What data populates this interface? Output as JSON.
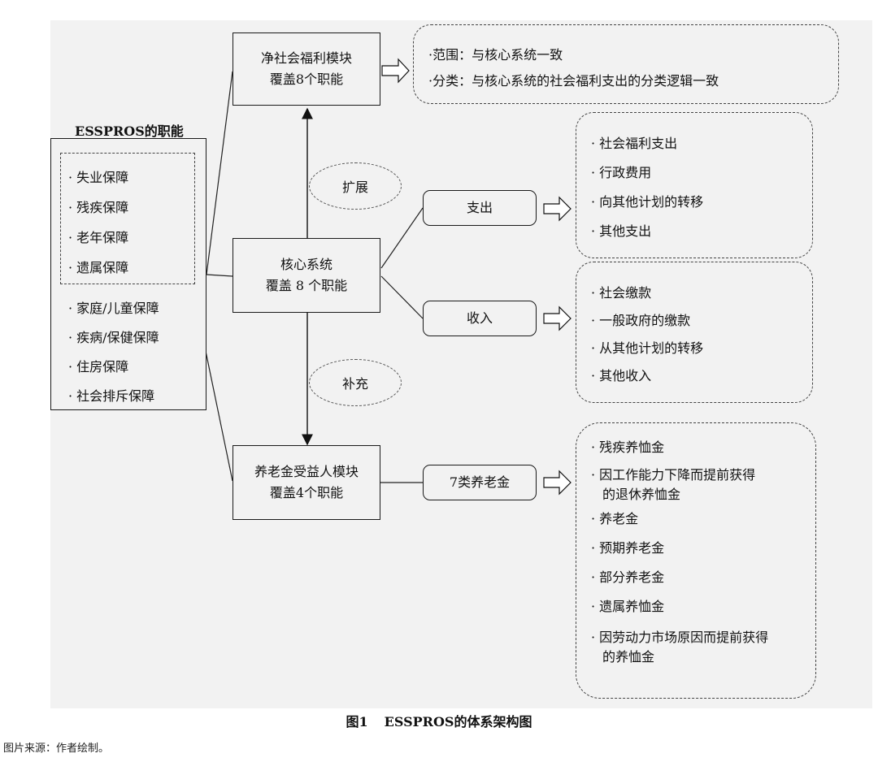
{
  "functions_title": "ESSPROS的职能",
  "functions_inner": [
    "· 失业保障",
    "· 残疾保障",
    "· 老年保障",
    "· 遗属保障"
  ],
  "functions_outer": [
    "· 家庭/儿童保障",
    "· 疾病/保健保障",
    "· 住房保障",
    "· 社会排斥保障"
  ],
  "net_module": {
    "line1": "净社会福利模块",
    "line2": "覆盖8个职能"
  },
  "net_scope": [
    "·范围：与核心系统一致",
    "·分类：与核心系统的社会福利支出的分类逻辑一致"
  ],
  "core_system": {
    "line1": "核心系统",
    "line2": "覆盖 8 个职能"
  },
  "pension_module": {
    "line1": "养老金受益人模块",
    "line2": "覆盖4个职能"
  },
  "expand_label": "扩展",
  "supplement_label": "补充",
  "expenditure_label": "支出",
  "income_label": "收入",
  "pension_types_label": "7类养老金",
  "expenditure_items": [
    "· 社会福利支出",
    "· 行政费用",
    "· 向其他计划的转移",
    "· 其他支出"
  ],
  "income_items": [
    "· 社会缴款",
    "· 一般政府的缴款",
    "· 从其他计划的转移",
    "· 其他收入"
  ],
  "pension_items": [
    "· 残疾养恤金",
    "· 因工作能力下降而提前获得",
    "的退休养恤金",
    "· 养老金",
    "· 预期养老金",
    "· 部分养老金",
    "· 遗属养恤金",
    "· 因劳动力市场原因而提前获得",
    "的养恤金"
  ],
  "caption_fig": "图1",
  "caption_title": "ESSPROS的体系架构图",
  "source_note": "图片来源：作者绘制。"
}
